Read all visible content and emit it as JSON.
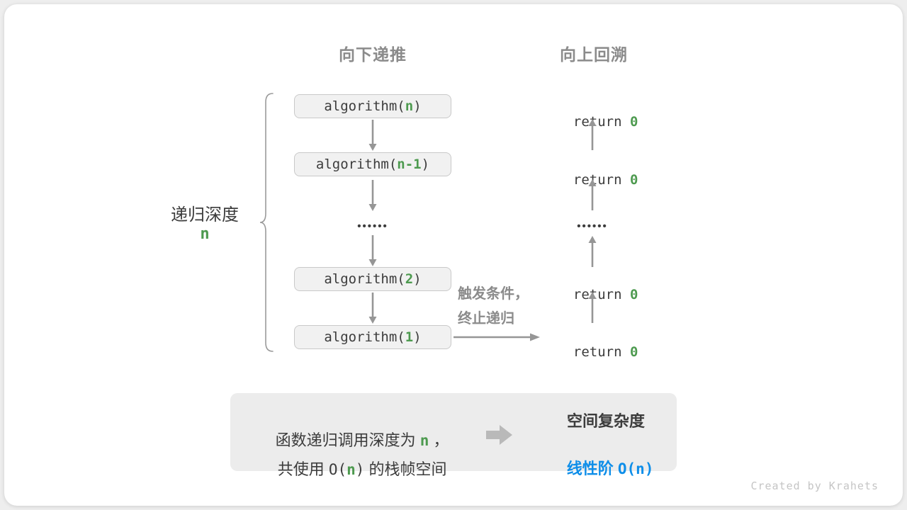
{
  "colors": {
    "accent_green": "#4d9a4f",
    "accent_blue": "#0e8ee9",
    "box_fill": "#f1f1f1",
    "box_border": "#c9c9c9",
    "arrow_gray": "#969696",
    "text_dark": "#3c3c3c",
    "text_gray": "#8b8b8b",
    "summary_bg": "#ececec",
    "watermark_gray": "#c5c5c5"
  },
  "headers": {
    "down": "向下递推",
    "up": "向上回溯"
  },
  "depth_label": {
    "text": "递归深度",
    "value": "n"
  },
  "calls": [
    {
      "prefix": "algorithm(",
      "arg": "n",
      "suffix": ")"
    },
    {
      "prefix": "algorithm(",
      "arg": "n-1",
      "suffix": ")"
    },
    {
      "prefix": "algorithm(",
      "arg": "2",
      "suffix": ")"
    },
    {
      "prefix": "algorithm(",
      "arg": "1",
      "suffix": ")"
    }
  ],
  "returns": [
    {
      "keyword": "return ",
      "value": "0"
    },
    {
      "keyword": "return ",
      "value": "0"
    },
    {
      "keyword": "return ",
      "value": "0"
    },
    {
      "keyword": "return ",
      "value": "0"
    }
  ],
  "dots": "••••••",
  "trigger": {
    "line1": "触发条件，",
    "line2": "终止递归"
  },
  "summary": {
    "line1_a": "函数递归调用深度为 ",
    "line1_n": "n",
    "line1_b": " ，",
    "line2_a": "共使用 ",
    "line2_code_open": "O(",
    "line2_n": "n",
    "line2_code_close": ")",
    "line2_b": " 的栈帧空间",
    "result_title": "空间复杂度",
    "result_cn": "线性阶 ",
    "result_code": "O(n)"
  },
  "watermark": "Created by Krahets"
}
